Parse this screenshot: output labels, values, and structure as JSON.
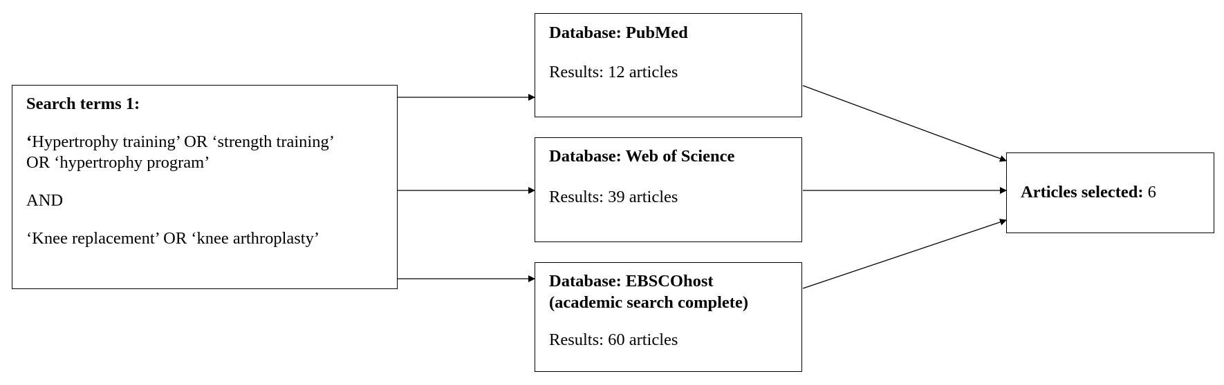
{
  "search": {
    "heading": "Search terms 1:",
    "open_quote": "‘",
    "terms_a": "Hypertrophy training’ OR ‘strength training’ OR ‘hypertrophy program’",
    "operator": "AND",
    "terms_b": "‘Knee replacement’ OR ‘knee arthroplasty’"
  },
  "databases": [
    {
      "title": "Database: PubMed",
      "results": "Results: 12 articles"
    },
    {
      "title": "Database: Web of Science",
      "results": "Results: 39 articles"
    },
    {
      "title_line1": "Database: EBSCOhost",
      "title_line2": "(academic search complete)",
      "results": "Results: 60 articles"
    }
  ],
  "selected": {
    "label": "Articles selected:",
    "value": "6"
  }
}
